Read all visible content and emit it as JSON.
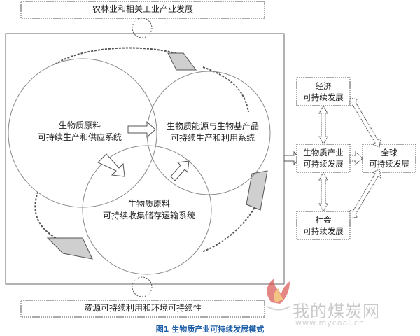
{
  "diagram": {
    "top_bar": "农林业和相关工业产业发展",
    "bottom_bar": "资源可持续利用和环境可持续性",
    "circles": {
      "supply": {
        "line1": "生物质原料",
        "line2": "可持续生产和供应系统"
      },
      "products": {
        "line1": "生物质能源与生物基产品",
        "line2": "可持续生产和利用系统"
      },
      "logistics": {
        "line1": "生物质原料",
        "line2": "可持续收集储存运输系统"
      }
    },
    "boxes": {
      "economy": {
        "line1": "经济",
        "line2": "可持续发展"
      },
      "industry": {
        "line1": "生物质产业",
        "line2": "可持续发展"
      },
      "society": {
        "line1": "社会",
        "line2": "可持续发展"
      },
      "global": {
        "line1": "全球",
        "line2": "可持续发展"
      }
    },
    "caption": "图1  生物质产业可持续发展模式"
  },
  "watermark": {
    "cn": "我的煤炭网",
    "en": "www.mycoal.cn"
  },
  "colors": {
    "caption": "#1f5fa8",
    "stroke": "#555555",
    "fill_gray": "#cfcfcf",
    "watermark_red": "#d9534f"
  }
}
